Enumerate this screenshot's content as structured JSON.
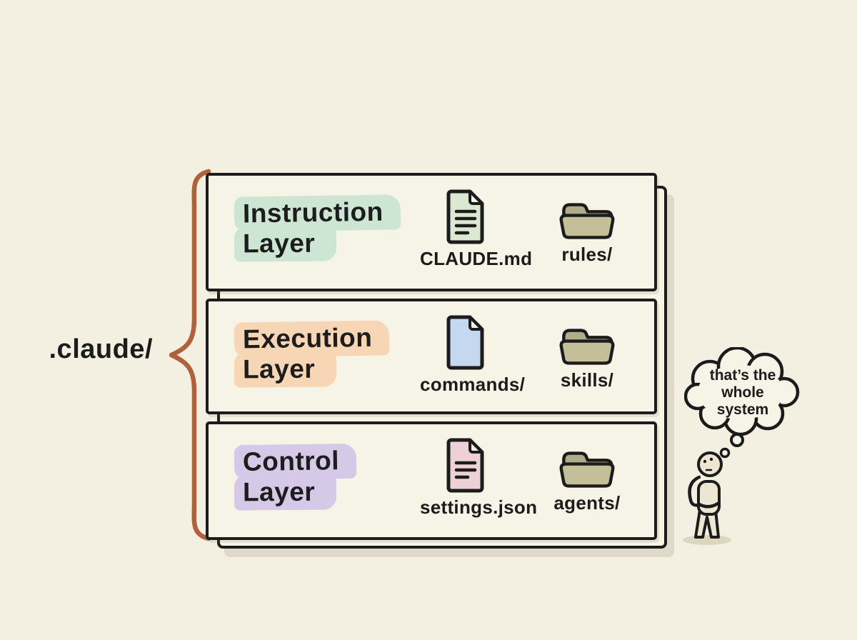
{
  "root_label": ".claude/",
  "colors": {
    "background": "#f3f0e2",
    "paper": "#f6f3e7",
    "outline": "#1c1c1c",
    "brace": "#b0613c",
    "person_fill": "#ece6d2",
    "person_shadow": "#ddd6bf"
  },
  "layers": [
    {
      "title_line1": "Instruction",
      "title_line2": "Layer",
      "highlight": "#cde6d4",
      "items": [
        {
          "label": "CLAUDE.md",
          "icon": "document-with-lines",
          "color": "#dde8d2"
        },
        {
          "label": "rules/",
          "icon": "folder",
          "color": "#c4bf98"
        }
      ]
    },
    {
      "title_line1": "Execution",
      "title_line2": "Layer",
      "highlight": "#f6d6b4",
      "items": [
        {
          "label": "commands/",
          "icon": "document-blank",
          "color": "#c6d7f0"
        },
        {
          "label": "skills/",
          "icon": "folder",
          "color": "#c4bf98"
        }
      ]
    },
    {
      "title_line1": "Control",
      "title_line2": "Layer",
      "highlight": "#d6c9e8",
      "items": [
        {
          "label": "settings.json",
          "icon": "document-with-lines",
          "color": "#edd1d6"
        },
        {
          "label": "agents/",
          "icon": "folder",
          "color": "#c4bf98"
        }
      ]
    }
  ],
  "thought_bubble": {
    "line1": "that’s the",
    "line2": "whole",
    "line3": "system"
  }
}
